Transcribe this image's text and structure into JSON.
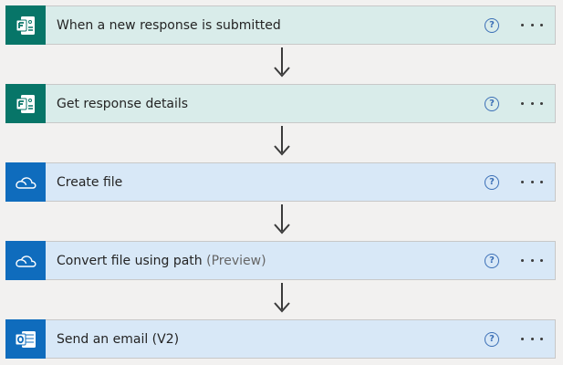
{
  "flow": {
    "steps": [
      {
        "label": "When a new response is submitted",
        "suffix": "",
        "icon": "forms-icon",
        "help_glyph": "?",
        "color": "#077568"
      },
      {
        "label": "Get response details",
        "suffix": "",
        "icon": "forms-icon",
        "help_glyph": "?",
        "color": "#077568"
      },
      {
        "label": "Create file",
        "suffix": "",
        "icon": "onedrive-icon",
        "help_glyph": "?",
        "color": "#0f6cbd"
      },
      {
        "label": "Convert file using path",
        "suffix": "(Preview)",
        "icon": "onedrive-icon",
        "help_glyph": "?",
        "color": "#0f6cbd"
      },
      {
        "label": "Send an email (V2)",
        "suffix": "",
        "icon": "outlook-icon",
        "help_glyph": "?",
        "color": "#0f6cbd"
      }
    ]
  }
}
